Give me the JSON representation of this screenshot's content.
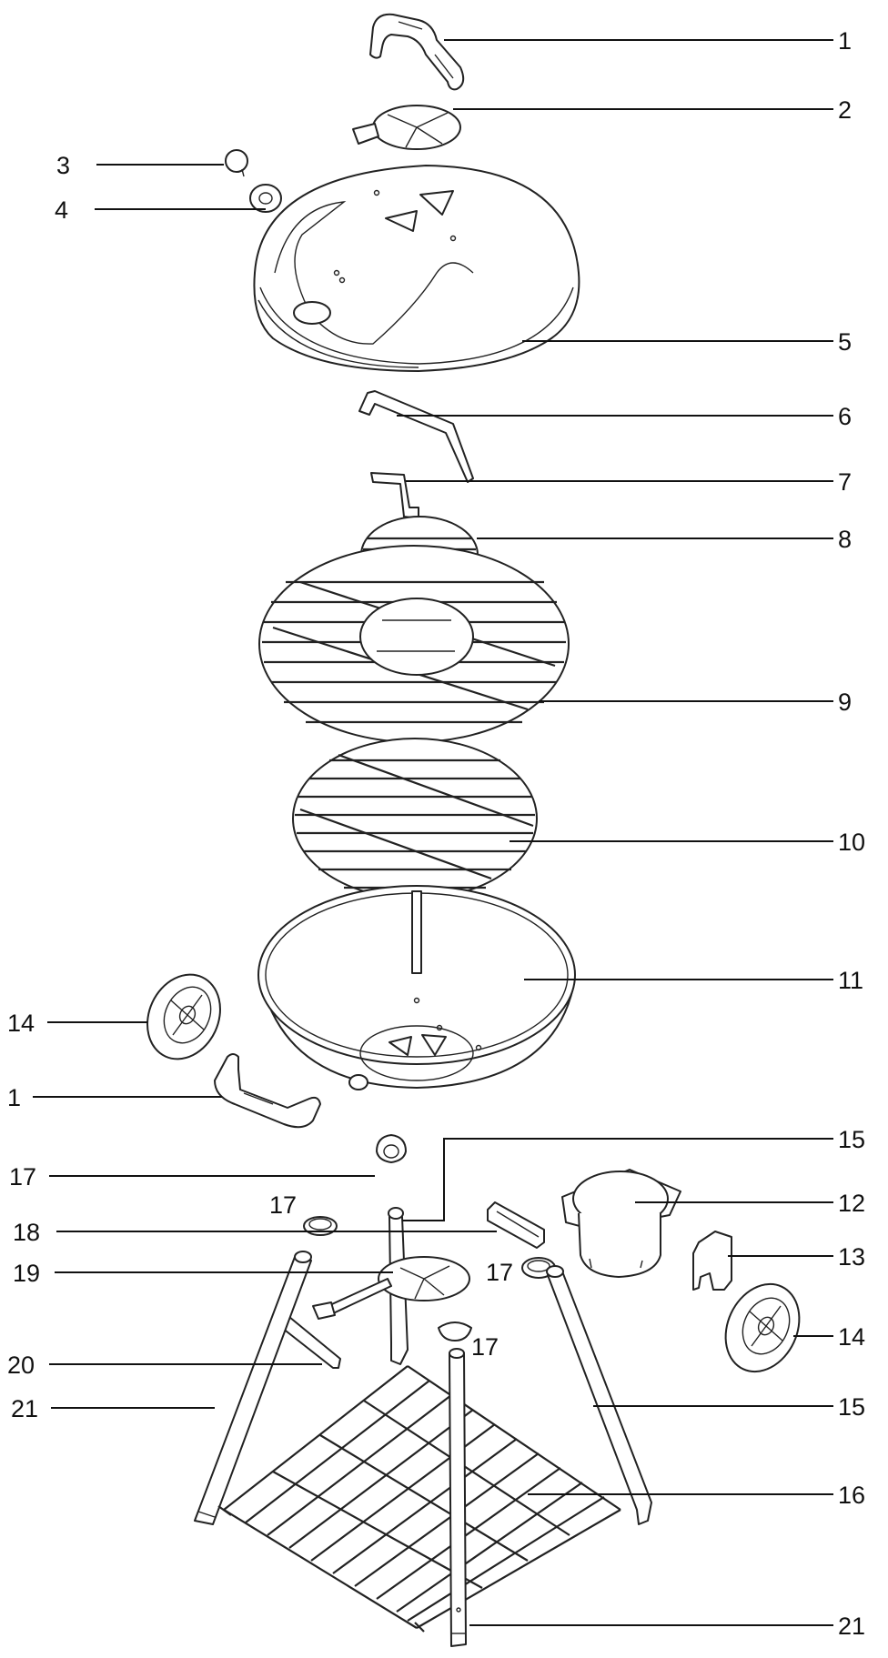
{
  "callouts": [
    {
      "id": "c1a",
      "text": "1"
    },
    {
      "id": "c2",
      "text": "2"
    },
    {
      "id": "c3",
      "text": "3"
    },
    {
      "id": "c4",
      "text": "4"
    },
    {
      "id": "c5",
      "text": "5"
    },
    {
      "id": "c6",
      "text": "6"
    },
    {
      "id": "c7",
      "text": "7"
    },
    {
      "id": "c8",
      "text": "8"
    },
    {
      "id": "c9",
      "text": "9"
    },
    {
      "id": "c10",
      "text": "10"
    },
    {
      "id": "c11",
      "text": "11"
    },
    {
      "id": "c14a",
      "text": "14"
    },
    {
      "id": "c1b",
      "text": "1"
    },
    {
      "id": "c15a",
      "text": "15"
    },
    {
      "id": "c17a",
      "text": "17"
    },
    {
      "id": "c12",
      "text": "12"
    },
    {
      "id": "c17b",
      "text": "17"
    },
    {
      "id": "c18",
      "text": "18"
    },
    {
      "id": "c13",
      "text": "13"
    },
    {
      "id": "c19",
      "text": "19"
    },
    {
      "id": "c17c",
      "text": "17"
    },
    {
      "id": "c17d",
      "text": "17"
    },
    {
      "id": "c14b",
      "text": "14"
    },
    {
      "id": "c20",
      "text": "20"
    },
    {
      "id": "c15b",
      "text": "15"
    },
    {
      "id": "c21a",
      "text": "21"
    },
    {
      "id": "c16",
      "text": "16"
    },
    {
      "id": "c21b",
      "text": "21"
    }
  ]
}
